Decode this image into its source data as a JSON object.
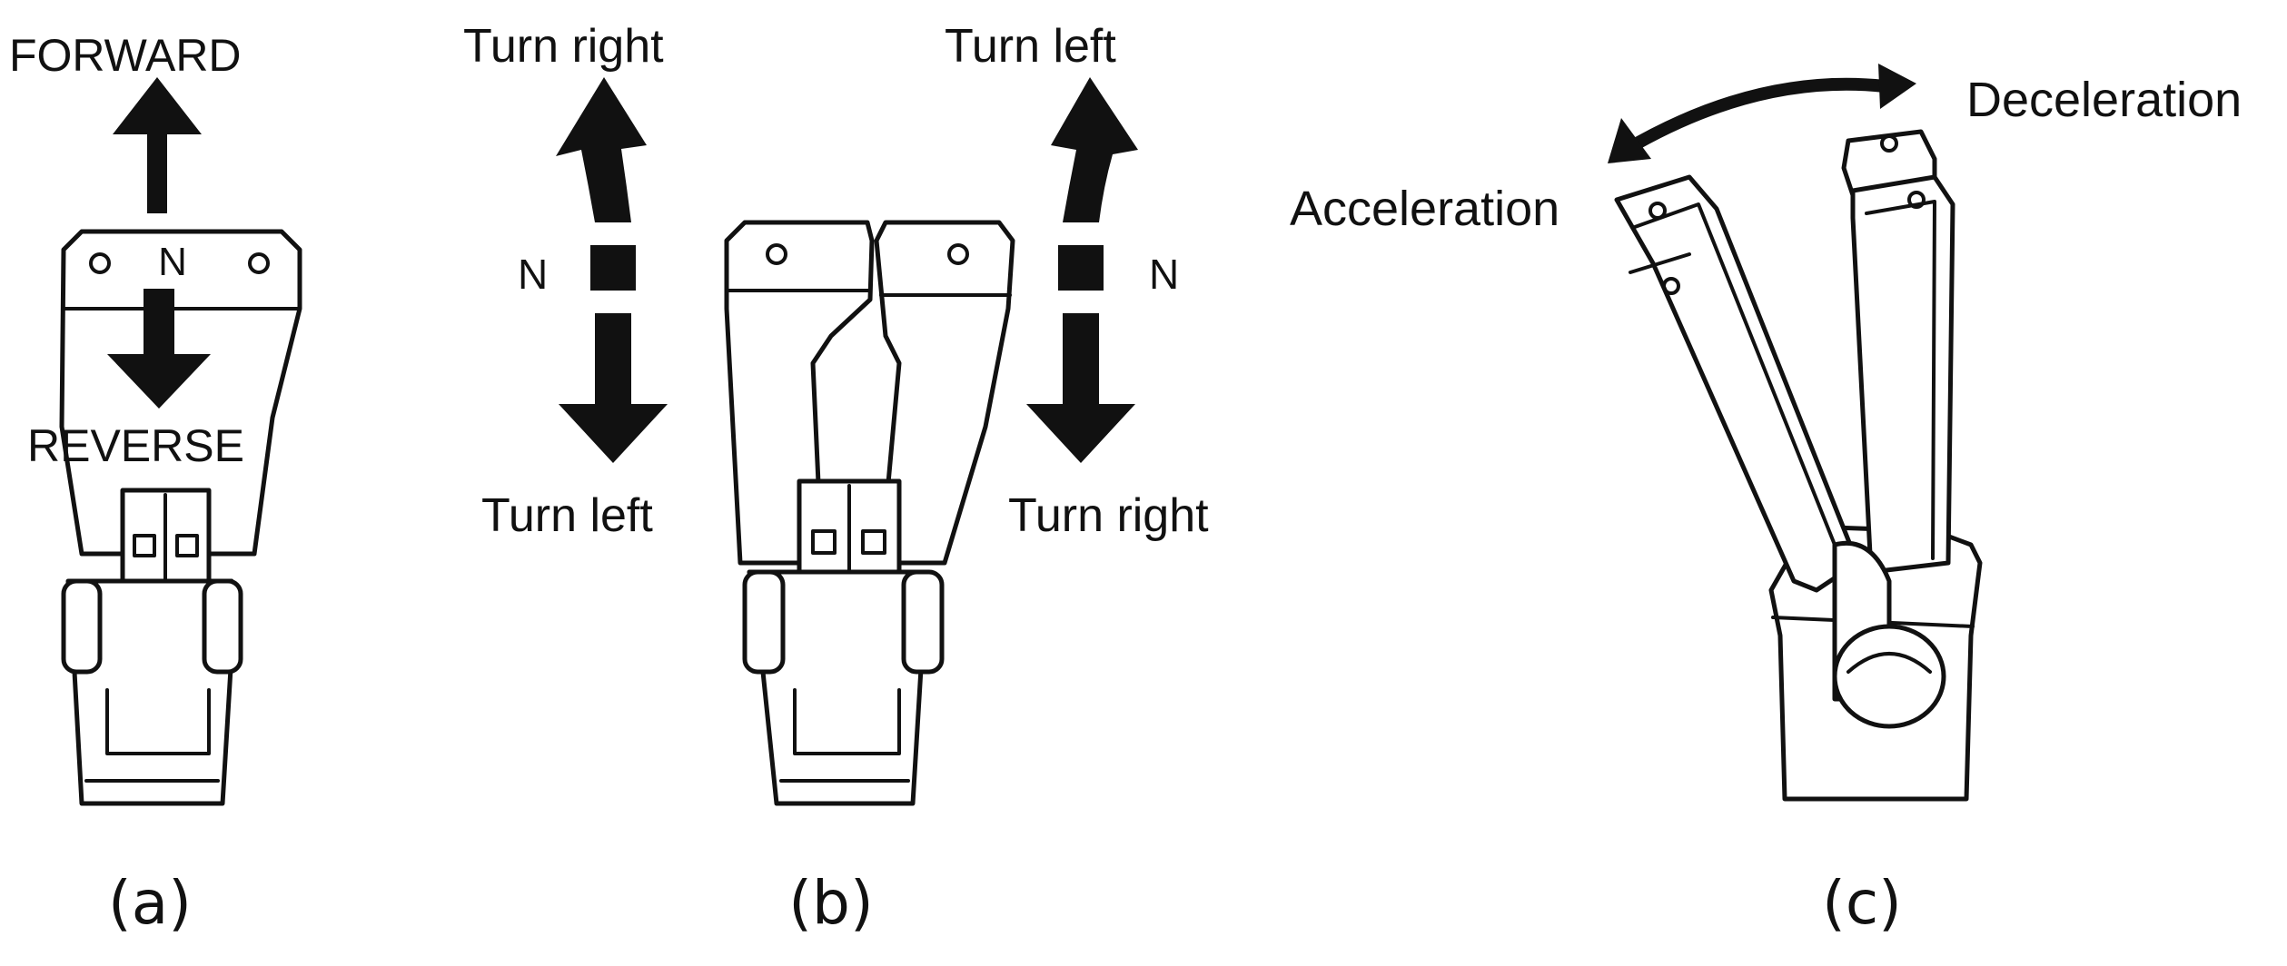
{
  "panel_a": {
    "forward": "FORWARD",
    "neutral": "N",
    "reverse": "REVERSE",
    "caption": "(a)"
  },
  "panel_b": {
    "left_top": "Turn right",
    "left_neutral": "N",
    "left_bottom": "Turn left",
    "right_top": "Turn left",
    "right_neutral": "N",
    "right_bottom": "Turn right",
    "caption": "(b)"
  },
  "panel_c": {
    "acceleration": "Acceleration",
    "deceleration": "Deceleration",
    "caption": "(c)"
  },
  "colors": {
    "ink": "#111111",
    "background": "#ffffff"
  }
}
